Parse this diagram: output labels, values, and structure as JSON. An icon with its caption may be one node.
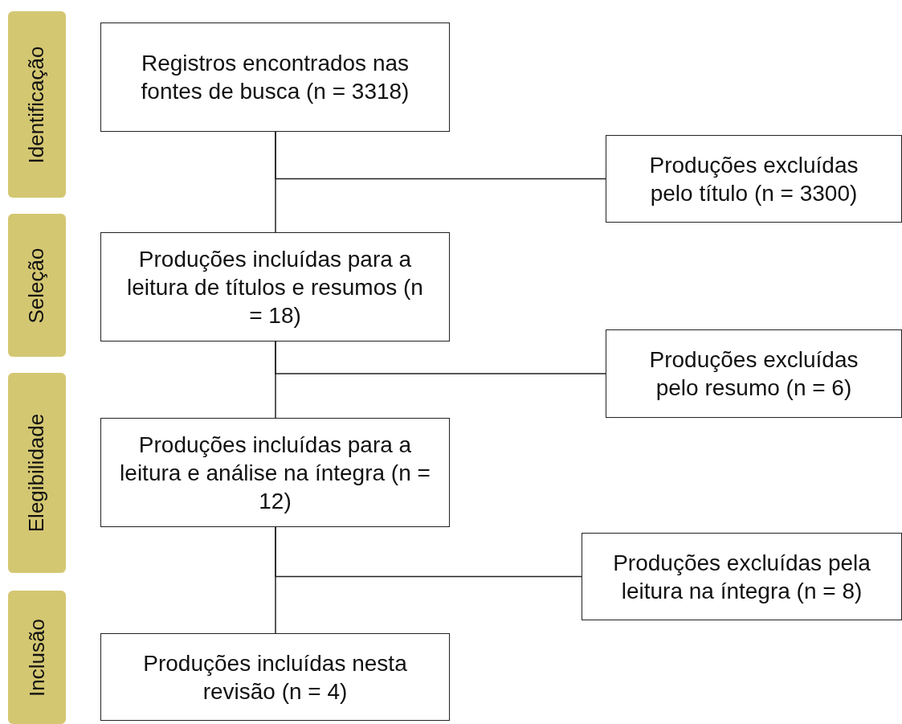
{
  "diagram": {
    "nodes": [
      {
        "text": [
          "Identificação"
        ]
      },
      {
        "text": [
          "Registros encontrados nas fontes de busca (n = 3318)"
        ]
      },
      {
        "text": [
          "Produções excluídas pelo título (n = 3300)"
        ]
      },
      {
        "text": [
          "Seleção"
        ]
      },
      {
        "text": [
          "Produções incluídas para a leitura de títulos e resumos (n = 18)"
        ]
      },
      {
        "text": [
          "Produções excluídas pelo resumo (n = 6)"
        ]
      },
      {
        "text": [
          "Elegibilidade"
        ]
      },
      {
        "text": [
          "Produções incluídas para a leitura e análise na íntegra (n = 12)"
        ]
      },
      {
        "text": [
          "Produções excluídas pela leitura na íntegra (n = 8)"
        ]
      },
      {
        "text": [
          "Inclusão"
        ]
      },
      {
        "text": [
          "Produções incluídas nesta revisão (n = 4)"
        ]
      }
    ],
    "edges": [
      {
        "from": 1,
        "to": 4,
        "arrow": "none"
      },
      {
        "from": 1,
        "to": 2,
        "arrow": "none"
      },
      {
        "from": 4,
        "to": 7,
        "arrow": "none"
      },
      {
        "from": 4,
        "to": 5,
        "arrow": "none"
      },
      {
        "from": 7,
        "to": 10,
        "arrow": "none"
      },
      {
        "from": 7,
        "to": 8,
        "arrow": "none"
      }
    ]
  }
}
